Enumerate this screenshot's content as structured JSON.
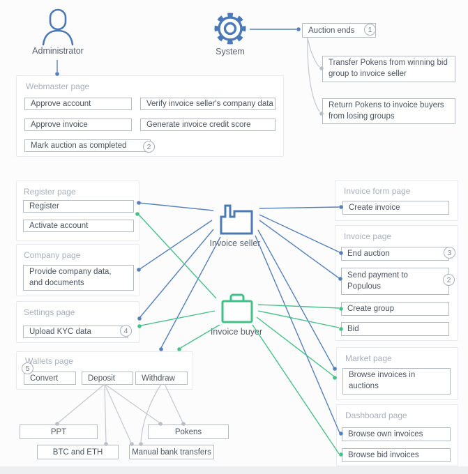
{
  "colors": {
    "blue_icon": "#4b79b7",
    "green_icon": "#3fc187",
    "edge_blue": "#5580bc",
    "edge_green": "#44c288",
    "edge_gray": "#c3c8cf",
    "box_border": "#b5bbc3",
    "panel_border": "#e7eaee",
    "title_text": "#a7b1be",
    "button_text": "#4b5561"
  },
  "actors": {
    "administrator": {
      "label": "Administrator"
    },
    "system": {
      "label": "System"
    },
    "invoice_seller": {
      "label": "Invoice seller"
    },
    "invoice_buyer": {
      "label": "Invoice buyer"
    }
  },
  "flow": {
    "auction_ends": {
      "label": "Auction ends",
      "badge": "1"
    },
    "transfer_pokens": {
      "label": "Transfer Pokens from winning bid group to invoice seller"
    },
    "return_pokens": {
      "label": "Return Pokens to invoice buyers from losing groups"
    }
  },
  "panels": {
    "webmaster": {
      "title": "Webmaster page",
      "approve_account": "Approve account",
      "verify_company": "Verify invoice seller's company data",
      "approve_invoice": "Approve invoice",
      "credit_score": "Generate invoice credit score",
      "mark_auction": "Mark auction as completed",
      "mark_auction_badge": "2"
    },
    "register": {
      "title": "Register page",
      "register": "Register",
      "activate": "Activate account"
    },
    "company": {
      "title": "Company page",
      "provide_data": "Provide company data,\nand documents"
    },
    "settings": {
      "title": "Settings page",
      "upload_kyc": "Upload KYC data",
      "badge": "4"
    },
    "wallets": {
      "title": "Wallets page",
      "badge": "5",
      "convert": "Convert",
      "deposit": "Deposit",
      "withdraw": "Withdraw"
    },
    "invoice_form": {
      "title": "Invoice form page",
      "create_invoice": "Create invoice"
    },
    "invoice": {
      "title": "Invoice page",
      "end_auction": "End auction",
      "end_auction_badge": "3",
      "send_payment": "Send payment to Populous",
      "send_payment_badge": "2",
      "create_group": "Create group",
      "bid": "Bid"
    },
    "market": {
      "title": "Market page",
      "browse_auctions": "Browse invoices in auctions"
    },
    "dashboard": {
      "title": "Dashboard page",
      "browse_own": "Browse own invoices",
      "browse_bid": "Browse bid invoices"
    }
  },
  "payment_methods": {
    "ppt": "PPT",
    "btc_eth": "BTC and ETH",
    "manual_bank": "Manual bank transfers",
    "pokens": "Pokens"
  }
}
